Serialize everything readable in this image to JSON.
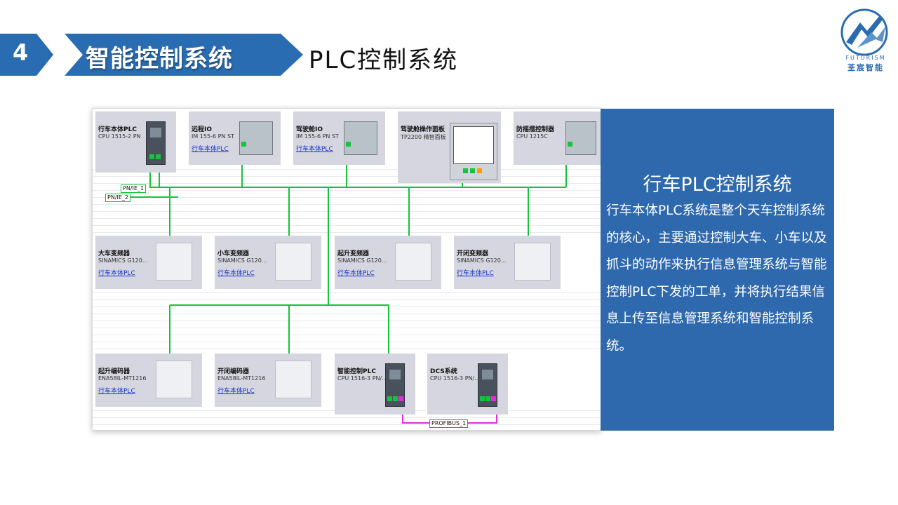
{
  "header": {
    "section_number": "4",
    "section_title": "智能控制系统",
    "subtitle": "PLC控制系统"
  },
  "logo": {
    "text_en": "FUTURISM",
    "text_cn": "荃宸智能",
    "color": "#2a6cb1"
  },
  "panel": {
    "title": "行车PLC控制系统",
    "body": "行车本体PLC系统是整个天车控制系统的核心，主要通过控制大车、小车以及抓斗的动作来执行信息管理系统与智能控制PLC下发的工单，并将执行结果信息上传至信息管理系统和智能控制系统。",
    "background": "#2f69ad"
  },
  "diagram": {
    "network_labels": [
      "PN/IE_1",
      "PN/IE_2",
      "PROFIBUS_1"
    ],
    "devices": [
      {
        "name": "行车本体PLC",
        "model": "CPU 1515-2 PN",
        "link": ""
      },
      {
        "name": "远程IO",
        "model": "IM 155-6 PN ST",
        "link": "行车本体PLC"
      },
      {
        "name": "驾驶舱IO",
        "model": "IM 155-6 PN ST",
        "link": "行车本体PLC"
      },
      {
        "name": "驾驶舱操作面板",
        "model": "TP2200 精智面板",
        "link": ""
      },
      {
        "name": "防摇摆控制器",
        "model": "CPU 1215C",
        "link": ""
      },
      {
        "name": "大车变频器",
        "model": "SINAMICS G120...",
        "link": "行车本体PLC"
      },
      {
        "name": "小车变频器",
        "model": "SINAMICS G120...",
        "link": "行车本体PLC"
      },
      {
        "name": "起升变频器",
        "model": "SINAMICS G120...",
        "link": "行车本体PLC"
      },
      {
        "name": "开闭变频器",
        "model": "SINAMICS G120...",
        "link": "行车本体PLC"
      },
      {
        "name": "起升编码器",
        "model": "ENA58IL-MT1216",
        "link": "行车本体PLC"
      },
      {
        "name": "开闭编码器",
        "model": "ENA58IL-MT1216",
        "link": "行车本体PLC"
      },
      {
        "name": "智能控制PLC",
        "model": "CPU 1516-3 PN/...",
        "link": ""
      },
      {
        "name": "DCS系统",
        "model": "CPU 1516-3 PN/...",
        "link": ""
      }
    ],
    "colors": {
      "profinet": "#15c43a",
      "profibus": "#e02de0",
      "device_bg": "#d6d6e0"
    }
  }
}
